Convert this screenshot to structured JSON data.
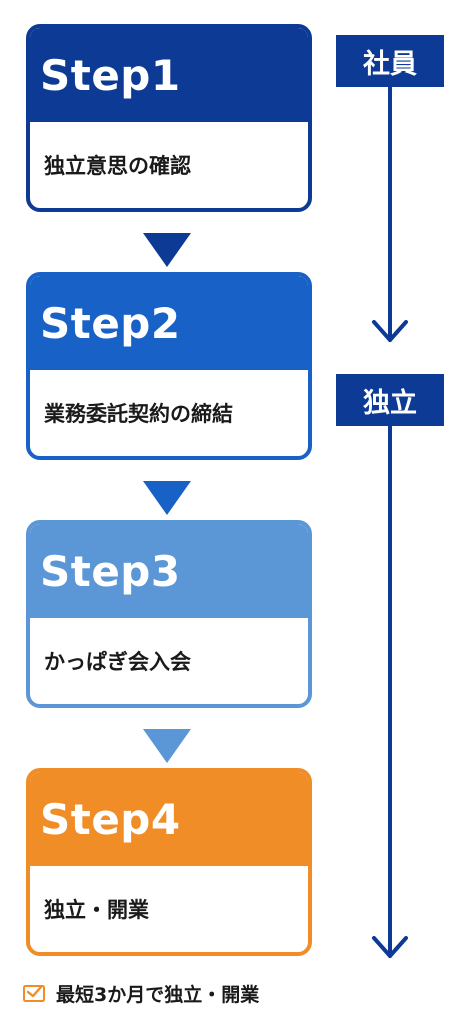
{
  "steps": [
    {
      "title": "Step1",
      "text": "独立意思の確認"
    },
    {
      "title": "Step2",
      "text": "業務委託契約の締結"
    },
    {
      "title": "Step3",
      "text": "かっぱぎ会入会"
    },
    {
      "title": "Step4",
      "text": "独立・開業"
    }
  ],
  "timeline": {
    "employee_label": "社員",
    "independent_label": "独立"
  },
  "footer": {
    "note": "最短3か月で独立・開業",
    "icon": "envelope-check-icon"
  },
  "colors": {
    "step1": "#0c3a94",
    "step2": "#1761c7",
    "step3": "#5b97d6",
    "step4": "#f08d26"
  }
}
